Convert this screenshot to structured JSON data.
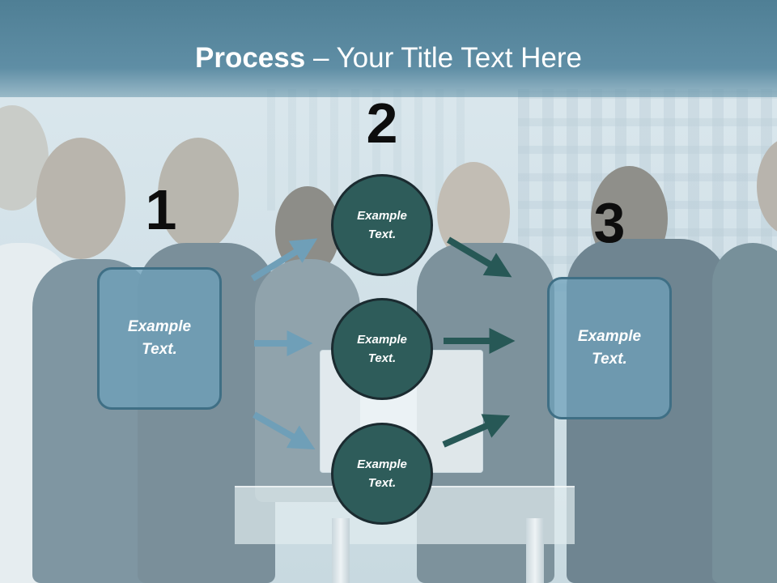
{
  "slide": {
    "title_bold": "Process",
    "title_rest": " – Your Title Text Here"
  },
  "diagram": {
    "numbers": {
      "n1": "1",
      "n2": "2",
      "n3": "3"
    },
    "left_box": {
      "line1": "Example",
      "line2": "Text."
    },
    "right_box": {
      "line1": "Example",
      "line2": "Text."
    },
    "circles": [
      {
        "line1": "Example",
        "line2": "Text."
      },
      {
        "line1": "Example",
        "line2": "Text."
      },
      {
        "line1": "Example",
        "line2": "Text."
      }
    ]
  },
  "colors": {
    "title_band": "#5f8ea5",
    "box_fill": "#6ea0b9",
    "box_border": "#3f6f85",
    "circle_fill": "#2e5c5a",
    "arrow_in": "#6f9fb8",
    "arrow_out": "#275856"
  }
}
